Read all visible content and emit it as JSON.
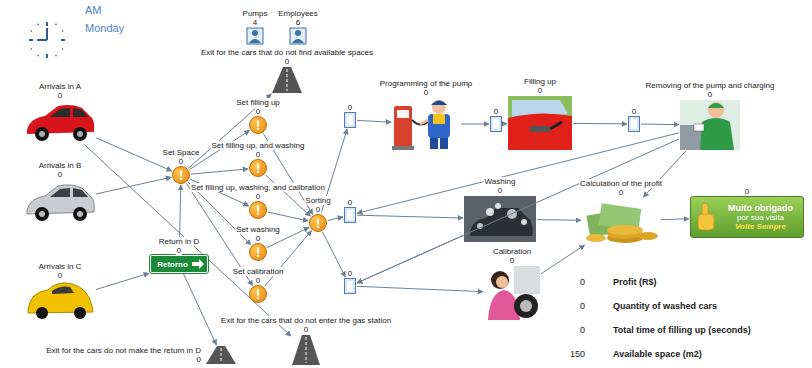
{
  "diagram": {
    "nodes": [
      {
        "text": [
          "Arrivals in A",
          "0"
        ]
      },
      {
        "text": [
          "Arrivals in B",
          "0"
        ]
      },
      {
        "text": [
          "Arrivals in C",
          "0"
        ]
      },
      {
        "text": [
          "Set Space",
          "0"
        ]
      },
      {
        "text": [
          "Return in D",
          "0",
          "Retorno"
        ]
      },
      {
        "text": [
          "Set filling up",
          "0"
        ]
      },
      {
        "text": [
          "Set filling up, and washing",
          "0"
        ]
      },
      {
        "text": [
          "Set filling up, washing, and calibration",
          "0"
        ]
      },
      {
        "text": [
          "Set washing",
          "0"
        ]
      },
      {
        "text": [
          "Set calibration",
          "0"
        ]
      },
      {
        "text": [
          "Sorting",
          "0"
        ]
      },
      {
        "text": [
          "Exit for the cars that do not find available spaces",
          "0"
        ]
      },
      {
        "text": [
          "Exit for the cars that do not enter the gas station",
          "0"
        ]
      },
      {
        "text": [
          "Exit for the cars do not make the return in D",
          "0"
        ]
      },
      {
        "text": [
          "0"
        ]
      },
      {
        "text": [
          "0"
        ]
      },
      {
        "text": [
          "0"
        ]
      },
      {
        "text": [
          "Programming of the pump",
          "0"
        ]
      },
      {
        "text": [
          "0"
        ]
      },
      {
        "text": [
          "Filling up",
          "0"
        ]
      },
      {
        "text": [
          "0"
        ]
      },
      {
        "text": [
          "Removing of the pump and charging",
          "0"
        ]
      },
      {
        "text": [
          "Washing",
          "0"
        ]
      },
      {
        "text": [
          "Calibration",
          "0"
        ]
      },
      {
        "text": [
          "Calculation of the profit",
          "0"
        ]
      },
      {
        "text": [
          "0",
          "Muito obrigado",
          "por sua visita",
          "Volte Sempre"
        ]
      }
    ],
    "edges": [
      {
        "from": 0,
        "to": 3,
        "arrow": "to"
      },
      {
        "from": 1,
        "to": 3,
        "arrow": "to"
      },
      {
        "from": 2,
        "to": 4,
        "arrow": "to"
      },
      {
        "from": 4,
        "to": 3,
        "arrow": "to"
      },
      {
        "from": 4,
        "to": 13,
        "arrow": "to"
      },
      {
        "from": 0,
        "to": 12,
        "arrow": "to"
      },
      {
        "from": 3,
        "to": 11,
        "arrow": "to"
      },
      {
        "from": 3,
        "to": 5,
        "arrow": "to"
      },
      {
        "from": 3,
        "to": 6,
        "arrow": "to"
      },
      {
        "from": 3,
        "to": 7,
        "arrow": "to"
      },
      {
        "from": 3,
        "to": 8,
        "arrow": "to"
      },
      {
        "from": 3,
        "to": 9,
        "arrow": "to"
      },
      {
        "from": 5,
        "to": 10,
        "arrow": "to"
      },
      {
        "from": 6,
        "to": 10,
        "arrow": "to"
      },
      {
        "from": 7,
        "to": 10,
        "arrow": "to"
      },
      {
        "from": 8,
        "to": 10,
        "arrow": "to"
      },
      {
        "from": 9,
        "to": 10,
        "arrow": "to"
      },
      {
        "from": 10,
        "to": 14,
        "arrow": "to"
      },
      {
        "from": 10,
        "to": 15,
        "arrow": "to"
      },
      {
        "from": 10,
        "to": 16,
        "arrow": "to"
      },
      {
        "from": 14,
        "to": 17,
        "arrow": "to"
      },
      {
        "from": 17,
        "to": 18,
        "arrow": "to"
      },
      {
        "from": 18,
        "to": 19,
        "arrow": "to"
      },
      {
        "from": 19,
        "to": 20,
        "arrow": "to"
      },
      {
        "from": 20,
        "to": 21,
        "arrow": "to"
      },
      {
        "from": 21,
        "to": 15,
        "arrow": "to"
      },
      {
        "from": 21,
        "to": 16,
        "arrow": "to"
      },
      {
        "from": 21,
        "to": 24,
        "arrow": "to"
      },
      {
        "from": 15,
        "to": 22,
        "arrow": "to"
      },
      {
        "from": 22,
        "to": 16,
        "arrow": "to"
      },
      {
        "from": 16,
        "to": 23,
        "arrow": "to"
      },
      {
        "from": 22,
        "to": 24,
        "arrow": "to"
      },
      {
        "from": 23,
        "to": 24,
        "arrow": "to"
      },
      {
        "from": 24,
        "to": 25,
        "arrow": "to"
      }
    ],
    "labels": [
      "AM",
      "Monday",
      "Pumps",
      "4",
      "Employees",
      "6",
      "0",
      "Profit (R$)",
      "0",
      "Quantity of washed cars",
      "0",
      "Total time of filling up (seconds)",
      "150",
      "Available space (m2)"
    ]
  }
}
